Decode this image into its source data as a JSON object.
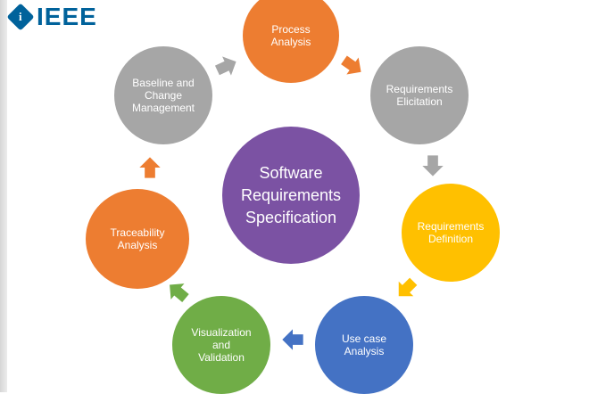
{
  "logo": {
    "text": "IEEE",
    "mark_letter": "i"
  },
  "center": {
    "lines": [
      "Software",
      "Requirements",
      "Specification"
    ],
    "color": "#7b52a3"
  },
  "nodes": [
    {
      "id": "process-analysis",
      "lines": [
        "Process",
        "Analysis"
      ],
      "color": "#ed7d31"
    },
    {
      "id": "requirements-elicitation",
      "lines": [
        "Requirements",
        "Elicitation"
      ],
      "color": "#a6a6a6"
    },
    {
      "id": "requirements-definition",
      "lines": [
        "Requirements",
        "Definition"
      ],
      "color": "#ffc000"
    },
    {
      "id": "use-case-analysis",
      "lines": [
        "Use case",
        "Analysis"
      ],
      "color": "#4472c4"
    },
    {
      "id": "visualization-validation",
      "lines": [
        "Visualization",
        "and",
        "Validation"
      ],
      "color": "#70ad47"
    },
    {
      "id": "traceability-analysis",
      "lines": [
        "Traceability",
        "Analysis"
      ],
      "color": "#ed7d31"
    },
    {
      "id": "baseline-change-management",
      "lines": [
        "Baseline and",
        "Change",
        "Management"
      ],
      "color": "#a6a6a6"
    }
  ],
  "arrows": [
    {
      "id": "process-to-elicitation",
      "color": "#ed7d31",
      "direction": "down-right"
    },
    {
      "id": "elicitation-to-definition",
      "color": "#a6a6a6",
      "direction": "down"
    },
    {
      "id": "definition-to-usecase",
      "color": "#ffc000",
      "direction": "down-left"
    },
    {
      "id": "usecase-to-visualization",
      "color": "#4472c4",
      "direction": "left"
    },
    {
      "id": "visualization-to-traceability",
      "color": "#70ad47",
      "direction": "up-left"
    },
    {
      "id": "traceability-to-baseline",
      "color": "#ed7d31",
      "direction": "up"
    },
    {
      "id": "baseline-to-process",
      "color": "#a6a6a6",
      "direction": "right"
    }
  ]
}
